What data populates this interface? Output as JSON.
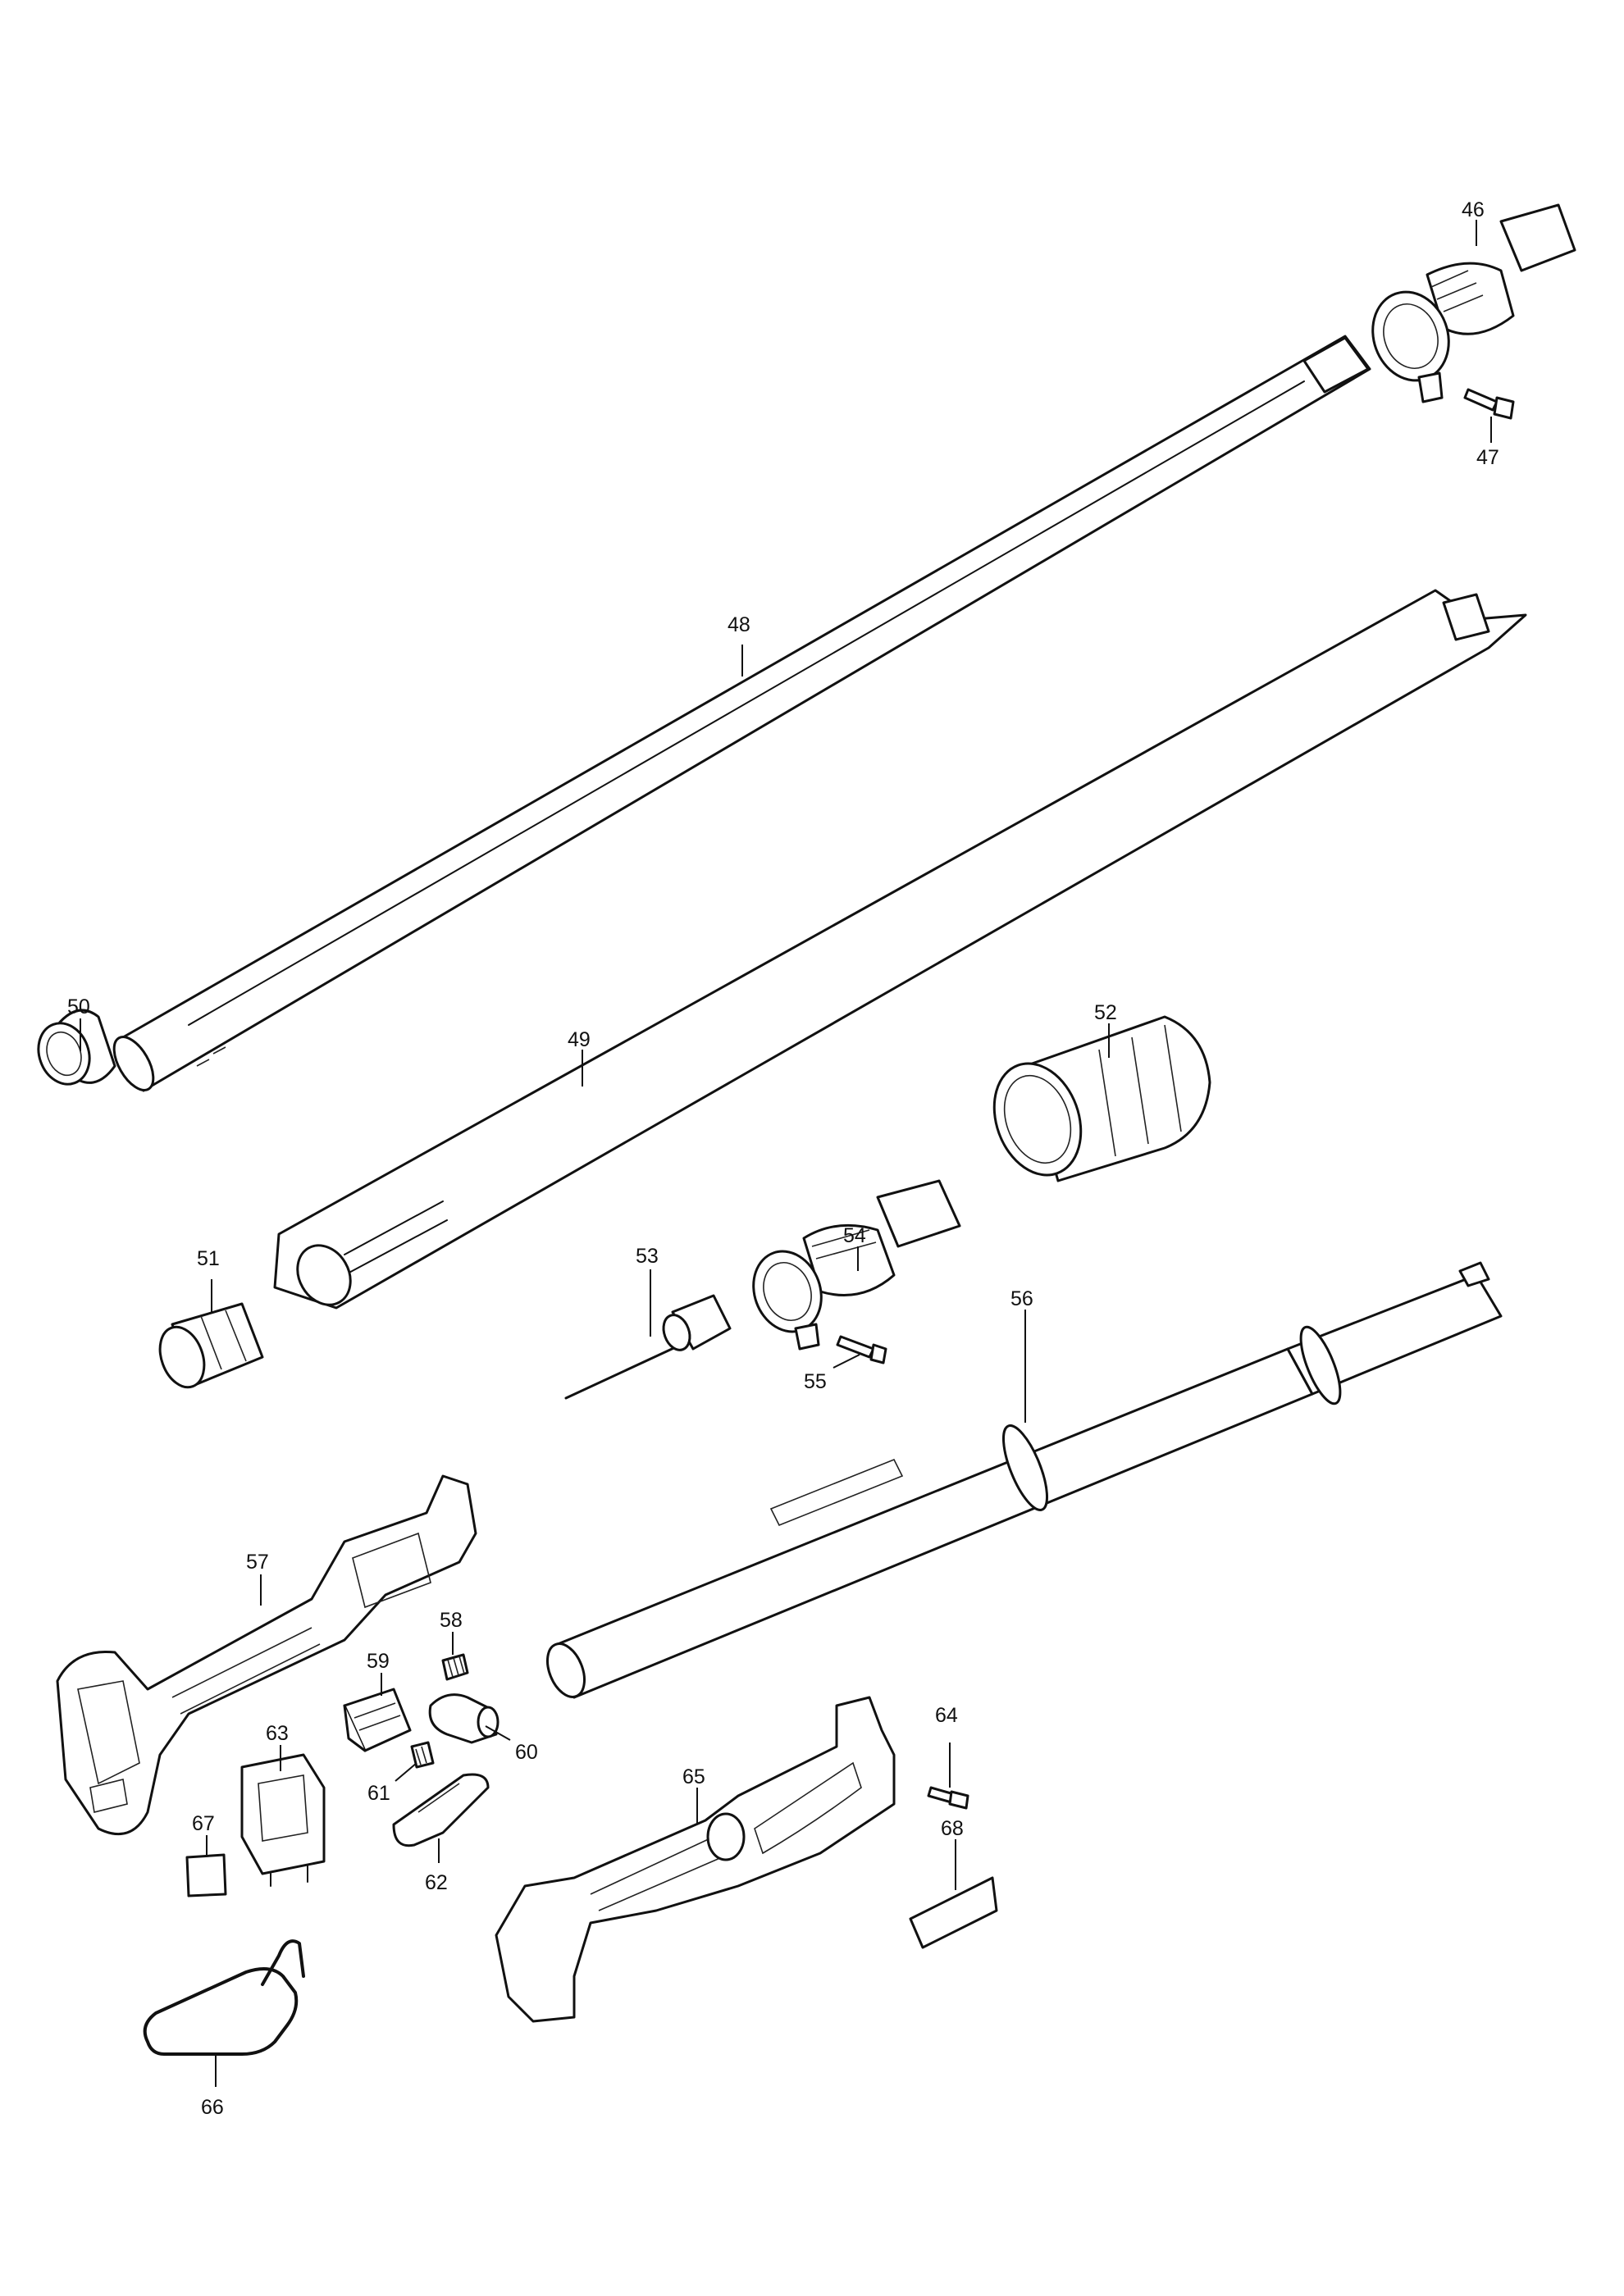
{
  "callouts": {
    "p46": "46",
    "p47": "47",
    "p48": "48",
    "p49": "49",
    "p50": "50",
    "p51": "51",
    "p52": "52",
    "p53": "53",
    "p54": "54",
    "p55": "55",
    "p56": "56",
    "p57": "57",
    "p58": "58",
    "p59": "59",
    "p60": "60",
    "p61": "61",
    "p62": "62",
    "p63": "63",
    "p64": "64",
    "p65": "65",
    "p66": "66",
    "p67": "67",
    "p68": "68"
  },
  "colors": {
    "line": "#111111",
    "background": "#ffffff"
  }
}
